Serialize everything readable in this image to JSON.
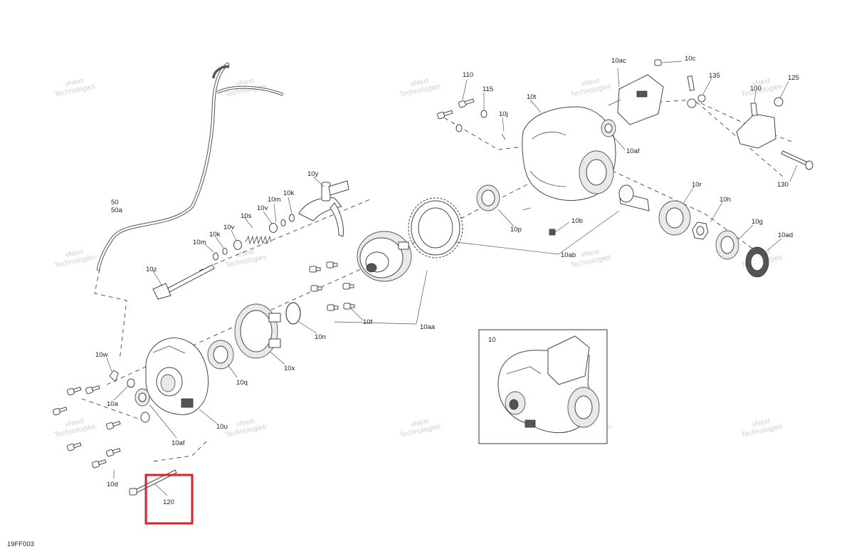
{
  "diagram": {
    "code": "19FF003",
    "highlight_label": "120",
    "inset_label": "10",
    "watermark": {
      "line1": "vNext",
      "line2": "Technologies"
    },
    "callouts": [
      {
        "id": "c-10ac",
        "text": "10ac"
      },
      {
        "id": "c-10c",
        "text": "10c"
      },
      {
        "id": "c-110",
        "text": "110"
      },
      {
        "id": "c-115",
        "text": "115"
      },
      {
        "id": "c-10t",
        "text": "10t"
      },
      {
        "id": "c-10j",
        "text": "10j"
      },
      {
        "id": "c-135",
        "text": "135"
      },
      {
        "id": "c-125",
        "text": "125"
      },
      {
        "id": "c-100",
        "text": "100"
      },
      {
        "id": "c-10af-top",
        "text": "10af"
      },
      {
        "id": "c-130",
        "text": "130"
      },
      {
        "id": "c-10y",
        "text": "10y"
      },
      {
        "id": "c-10m-a",
        "text": "10m"
      },
      {
        "id": "c-10k-a",
        "text": "10k"
      },
      {
        "id": "c-10v-a",
        "text": "10v"
      },
      {
        "id": "c-10s",
        "text": "10s"
      },
      {
        "id": "c-10v-b",
        "text": "10v"
      },
      {
        "id": "c-10k-b",
        "text": "10k"
      },
      {
        "id": "c-10m-b",
        "text": "10m"
      },
      {
        "id": "c-50",
        "text": "50"
      },
      {
        "id": "c-50a",
        "text": "50a"
      },
      {
        "id": "c-10z",
        "text": "10z"
      },
      {
        "id": "c-10r",
        "text": "10r"
      },
      {
        "id": "c-10h",
        "text": "10h"
      },
      {
        "id": "c-10g",
        "text": "10g"
      },
      {
        "id": "c-10ad",
        "text": "10ad"
      },
      {
        "id": "c-10p",
        "text": "10p"
      },
      {
        "id": "c-10b",
        "text": "10b"
      },
      {
        "id": "c-10ab",
        "text": "10ab"
      },
      {
        "id": "c-10f",
        "text": "10f"
      },
      {
        "id": "c-10aa",
        "text": "10aa"
      },
      {
        "id": "c-10n",
        "text": "10n"
      },
      {
        "id": "c-10x",
        "text": "10x"
      },
      {
        "id": "c-10q",
        "text": "10q"
      },
      {
        "id": "c-10w",
        "text": "10w"
      },
      {
        "id": "c-10a",
        "text": "10a"
      },
      {
        "id": "c-10af-bot",
        "text": "10af"
      },
      {
        "id": "c-10u",
        "text": "10u"
      },
      {
        "id": "c-10d",
        "text": "10d"
      }
    ]
  }
}
